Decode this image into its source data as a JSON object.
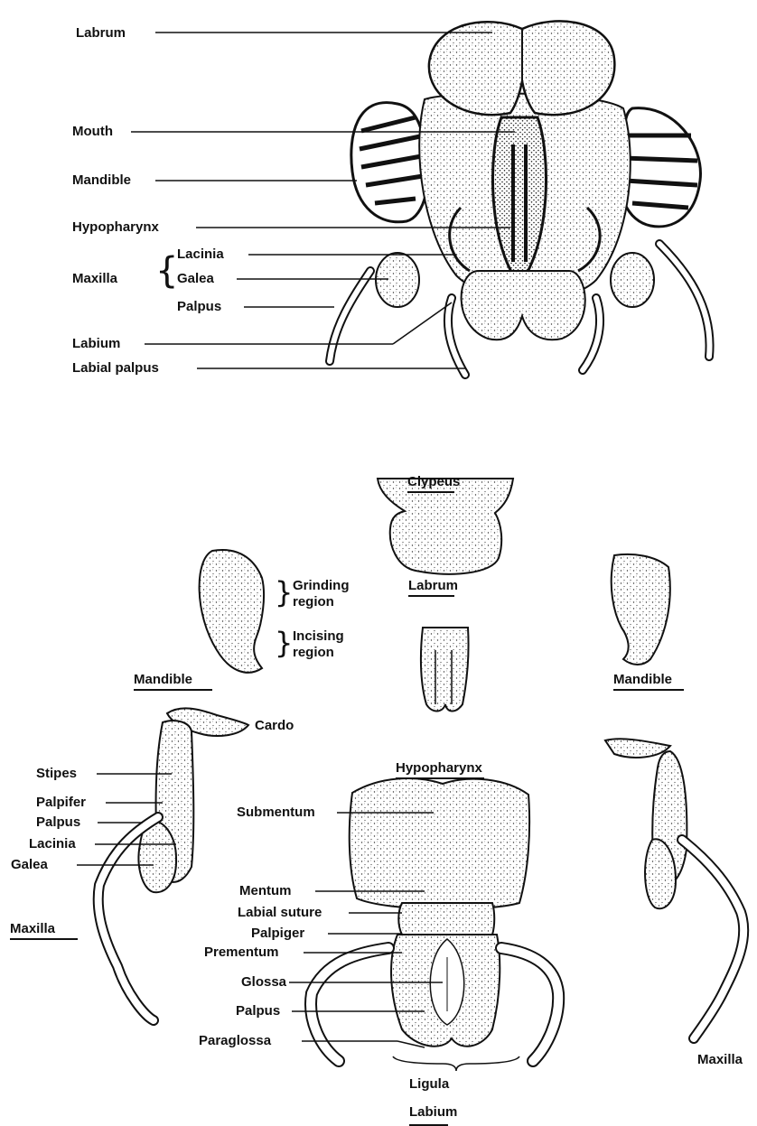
{
  "top_view": {
    "labels": {
      "labrum": "Labrum",
      "mouth": "Mouth",
      "mandible": "Mandible",
      "hypopharynx": "Hypopharynx",
      "maxilla": "Maxilla",
      "lacinia": "Lacinia",
      "galea": "Galea",
      "palpus": "Palpus",
      "labium": "Labium",
      "labial_palpus": "Labial palpus"
    }
  },
  "exploded_view": {
    "labels": {
      "clypeus": "Clypeus",
      "labrum": "Labrum",
      "grinding_region": "Grinding region",
      "incising_region": "Incising region",
      "mandible_left": "Mandible",
      "mandible_right": "Mandible",
      "hypopharynx": "Hypopharynx",
      "cardo": "Cardo",
      "stipes": "Stipes",
      "palpifer": "Palpifer",
      "palpus_maxilla": "Palpus",
      "lacinia": "Lacinia",
      "galea": "Galea",
      "maxilla_left": "Maxilla",
      "maxilla_right": "Maxilla",
      "submentum": "Submentum",
      "mentum": "Mentum",
      "labial_suture": "Labial suture",
      "palpiger": "Palpiger",
      "prementum": "Prementum",
      "glossa": "Glossa",
      "palpus_labium": "Palpus",
      "paraglossa": "Paraglossa",
      "ligula": "Ligula",
      "labium": "Labium"
    }
  }
}
